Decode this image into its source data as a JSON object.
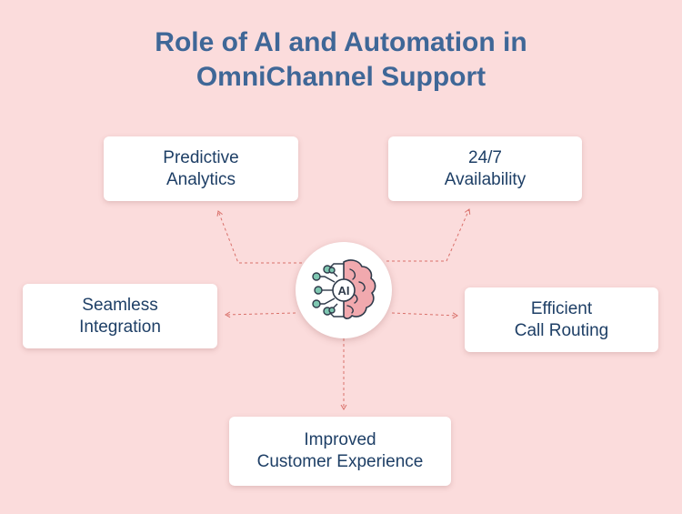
{
  "title": {
    "line1": "Role of AI and Automation in",
    "line2": "OmniChannel Support"
  },
  "hub": {
    "label": "AI",
    "icon": "ai-brain-icon"
  },
  "cards": {
    "predictive": {
      "line1": "Predictive",
      "line2": "Analytics"
    },
    "availability": {
      "line1": "24/7",
      "line2": "Availability"
    },
    "seamless": {
      "line1": "Seamless",
      "line2": "Integration"
    },
    "routing": {
      "line1": "Efficient",
      "line2": "Call Routing"
    },
    "experience": {
      "line1": "Improved",
      "line2": "Customer Experience"
    }
  },
  "colors": {
    "background": "#fbdcdc",
    "title": "#3f6797",
    "card_text": "#1e3f66",
    "connector": "#d9706a",
    "circuit_green": "#7fc7b1",
    "brain_pink": "#f1a9ae"
  }
}
